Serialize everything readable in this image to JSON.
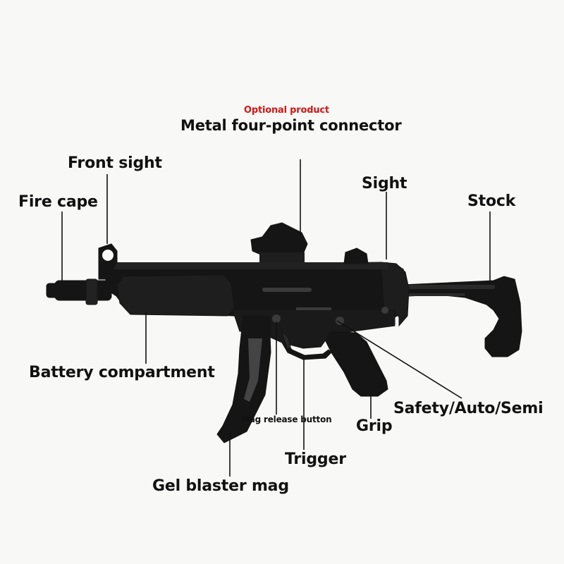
{
  "colors": {
    "background": "#f8f8f6",
    "gun_body": "#151515",
    "gun_highlight": "#3a3a3a",
    "leader_line": "#111111",
    "optional_text": "#d01818",
    "label_text": "#111111"
  },
  "header": {
    "optional_note": "Optional product",
    "connector_label": "Metal four-point connector"
  },
  "labels": {
    "front_sight": "Front sight",
    "fire_cape": "Fire cape",
    "sight": "Sight",
    "stock": "Stock",
    "battery_compartment": "Battery compartment",
    "safety_auto_semi": "Safety/Auto/Semi",
    "mag_release_button": "Mag release button",
    "grip": "Grip",
    "trigger": "Trigger",
    "gel_blaster_mag": "Gel blaster mag"
  }
}
